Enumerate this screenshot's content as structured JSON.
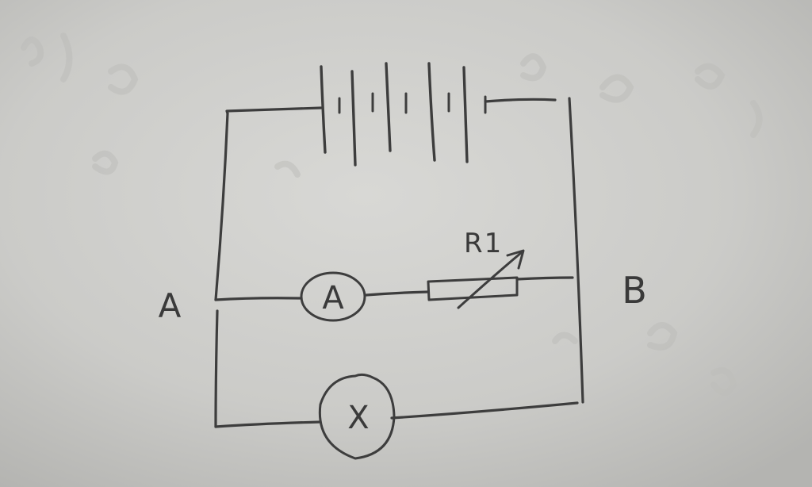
{
  "diagram": {
    "node_labels": {
      "left": "A",
      "right": "B"
    },
    "ammeter": {
      "symbol": "A"
    },
    "unknown_component": {
      "symbol": "X"
    },
    "rheostat": {
      "label": "R",
      "subscript": "1"
    },
    "battery": {
      "cells": 5
    },
    "colors": {
      "paper": "#c9c9c6",
      "ink": "#3d3d3d"
    }
  }
}
